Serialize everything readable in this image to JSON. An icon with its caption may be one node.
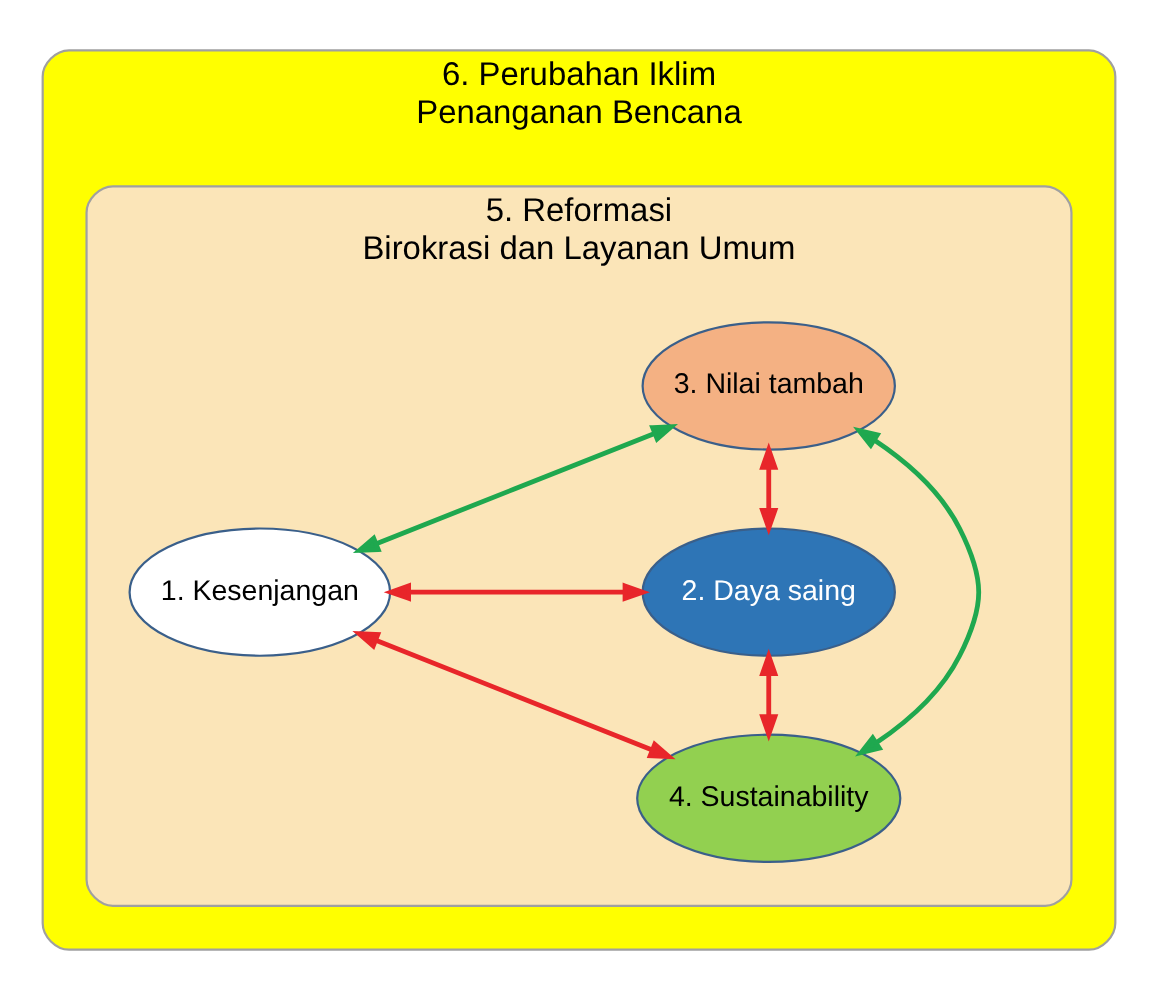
{
  "diagram": {
    "nodes": [
      {
        "text": [
          "6. Perubahan Iklim",
          "Penanganan Bencana"
        ]
      },
      {
        "text": [
          "5. Reformasi",
          "Birokrasi dan Layanan Umum"
        ],
        "in": 0
      },
      {
        "text": [
          "3. Nilai tambah"
        ],
        "in": 1
      },
      {
        "text": [
          "1. Kesenjangan"
        ],
        "in": 1
      },
      {
        "text": [
          "2. Daya saing"
        ],
        "in": 1
      },
      {
        "text": [
          "4. Sustainability"
        ],
        "in": 1
      }
    ],
    "edges": [
      {
        "from": 2,
        "to": 3,
        "arrow": "both",
        "color": "#1fa84f"
      },
      {
        "from": 2,
        "to": 4,
        "arrow": "both"
      },
      {
        "from": 3,
        "to": 4,
        "arrow": "both"
      },
      {
        "from": 2,
        "to": 5,
        "arrow": "both",
        "color": "#1fa84f"
      },
      {
        "from": 3,
        "to": 5,
        "arrow": "both"
      },
      {
        "from": 5,
        "to": 4,
        "arrow": "both"
      }
    ]
  }
}
